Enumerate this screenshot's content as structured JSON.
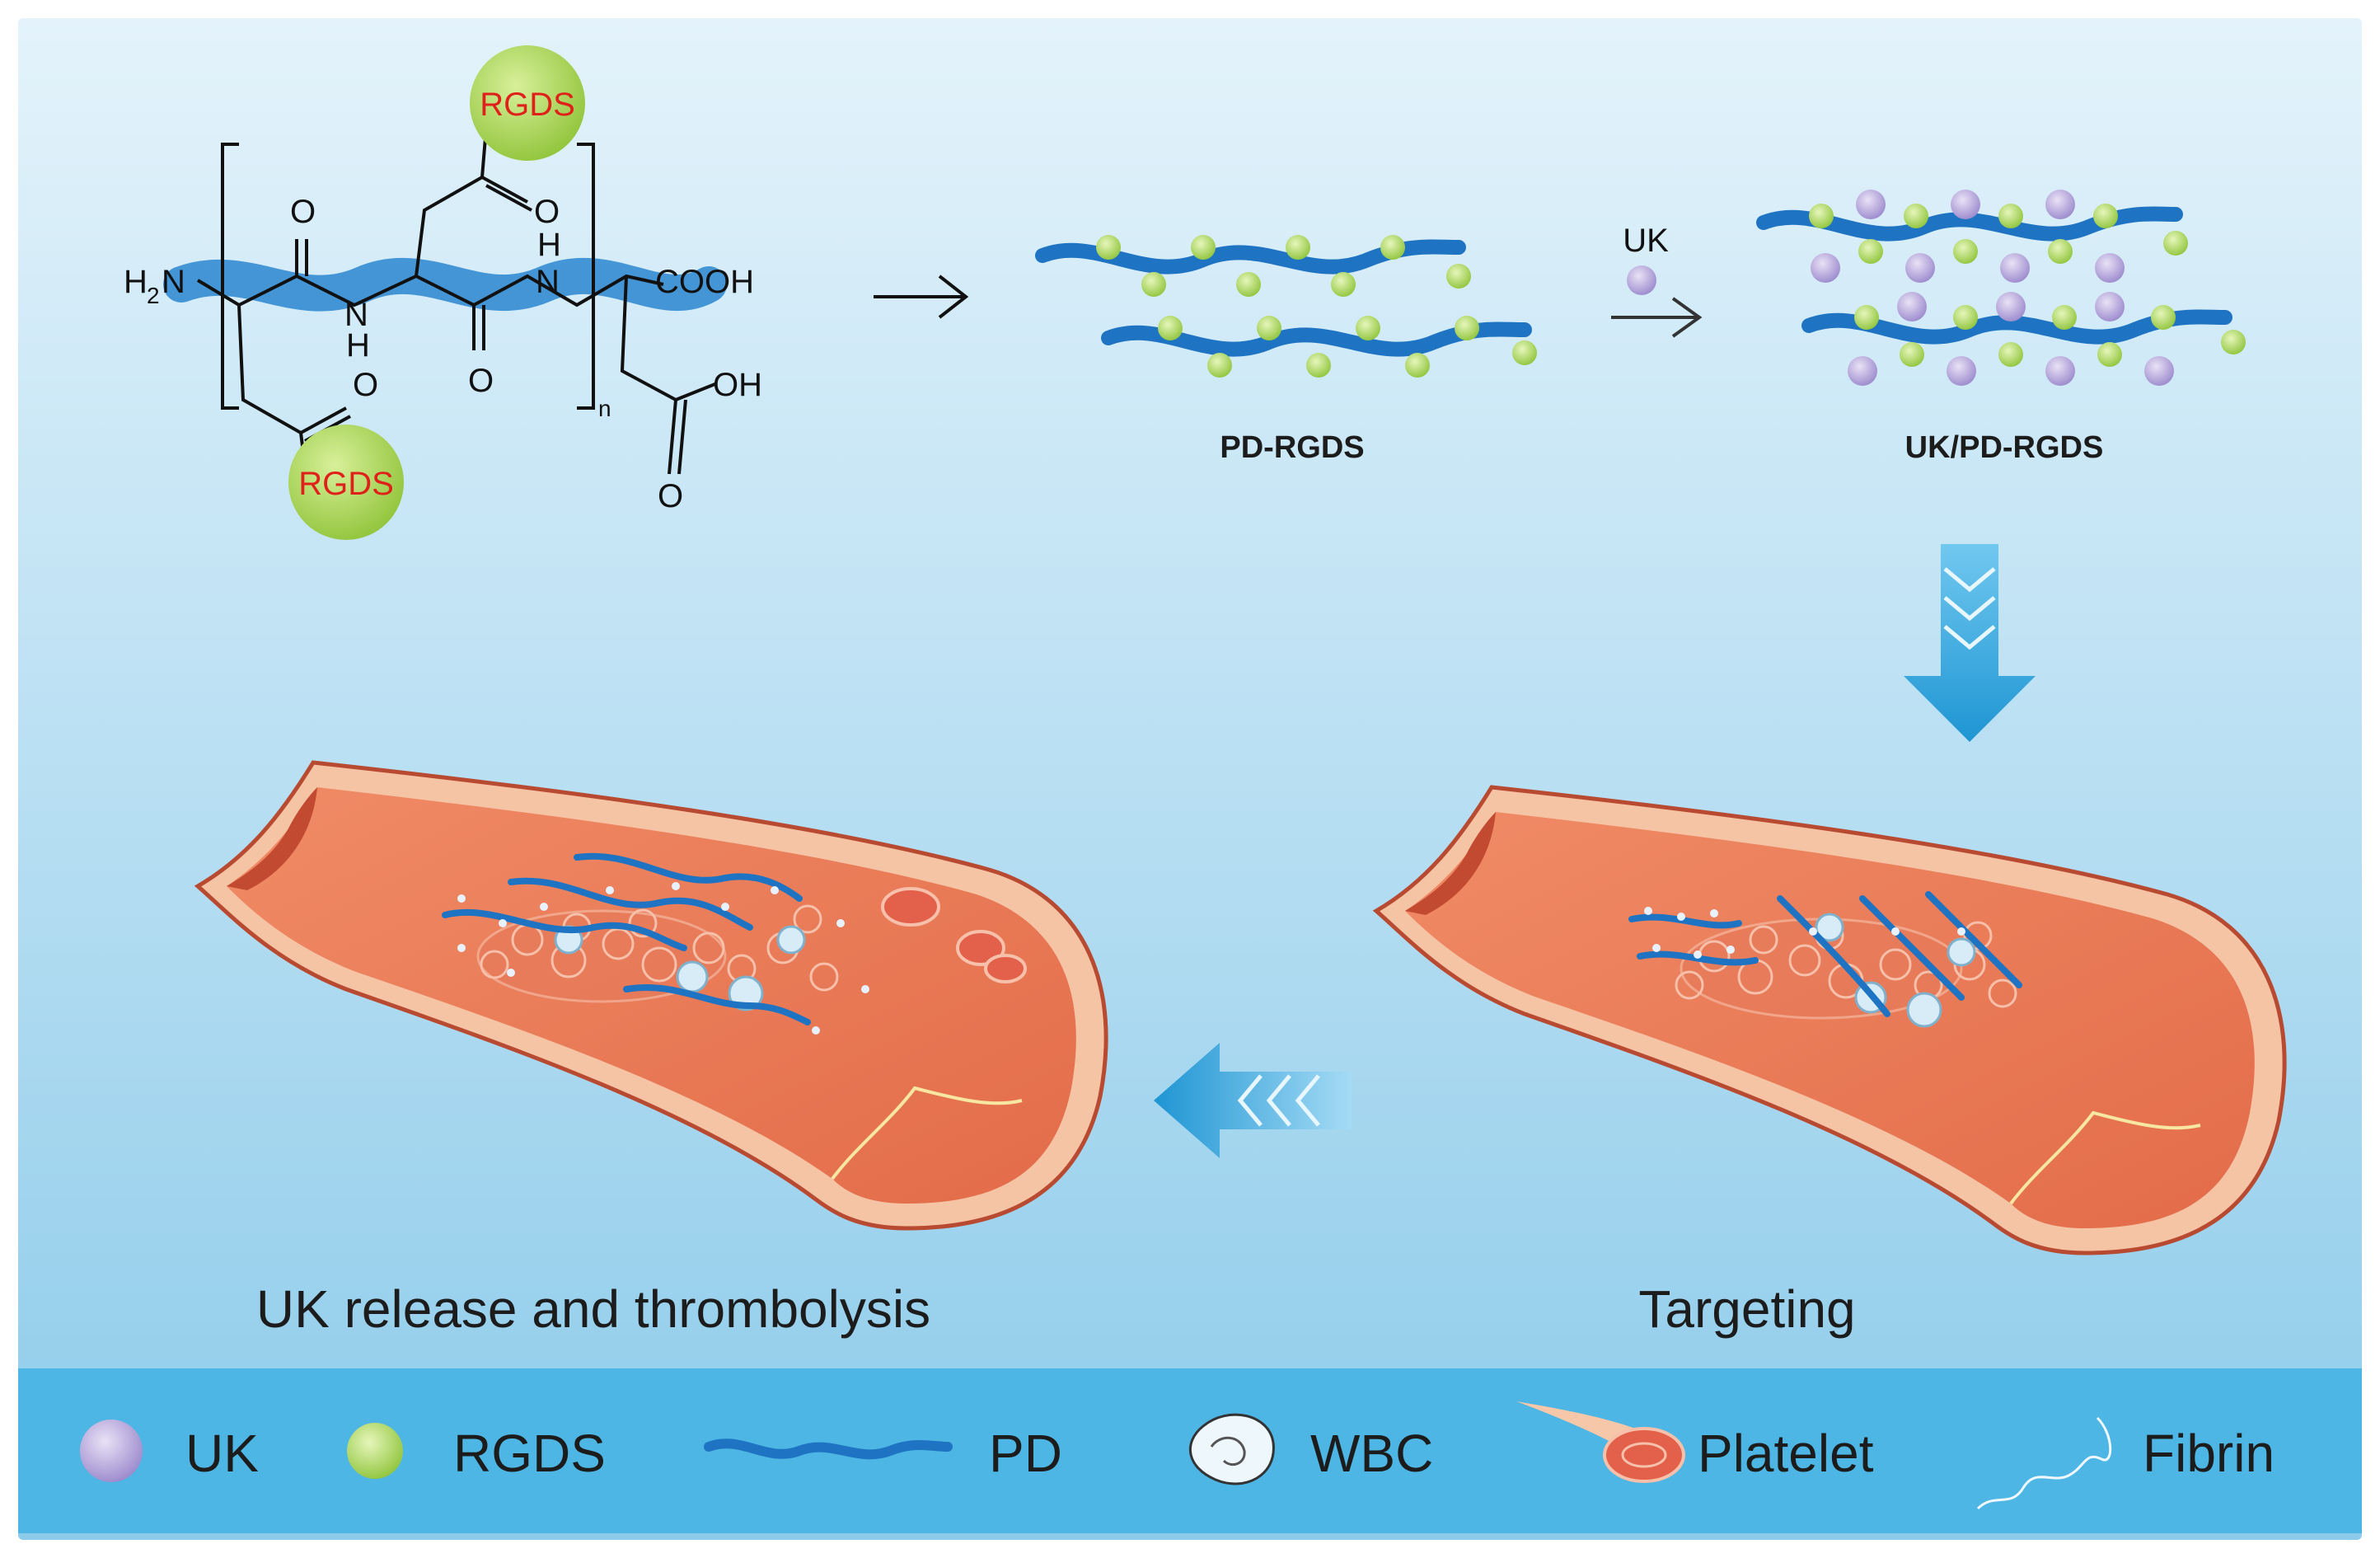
{
  "colors": {
    "bg_top": "#dff1fa",
    "bg_bottom": "#8ccbea",
    "legend_bar": "#4db6e4",
    "pd_chain": "#1e74c2",
    "rgds_bead": "#a9d85a",
    "uk_bead": "#b7a8dc",
    "vessel_wall": "#d9583c",
    "vessel_inner": "#ef8463",
    "vessel_rim": "#f6c7a8",
    "arrow_blue": "#2ba3dc",
    "rgds_text": "#e0201a"
  },
  "molecule": {
    "rgds_top": "RGDS",
    "rgds_bottom": "RGDS",
    "h2n_h": "H",
    "h2n_sub": "2",
    "h2n_n": "N",
    "cooh": "COOH",
    "oh": "OH",
    "nh_left_n": "N",
    "nh_left_h": "H",
    "nh_right_n": "N",
    "nh_right_h": "H",
    "o_top_left": "O",
    "o_top_right": "O",
    "o_mid": "O",
    "o_bottom_rgds": "O",
    "o_acid": "O",
    "subscript_n": "n"
  },
  "steps": {
    "pd_rgds_label": "PD-RGDS",
    "uk_reagent": "UK",
    "uk_pd_rgds_label": "UK/PD-RGDS"
  },
  "stages": {
    "release": "UK release and thrombolysis",
    "targeting": "Targeting"
  },
  "legend": [
    {
      "icon": "uk-bead-icon",
      "label": "UK"
    },
    {
      "icon": "rgds-bead-icon",
      "label": "RGDS"
    },
    {
      "icon": "pd-chain-icon",
      "label": "PD"
    },
    {
      "icon": "wbc-icon",
      "label": "WBC"
    },
    {
      "icon": "platelet-icon",
      "label": "Platelet"
    },
    {
      "icon": "fibrin-icon",
      "label": "Fibrin"
    }
  ]
}
